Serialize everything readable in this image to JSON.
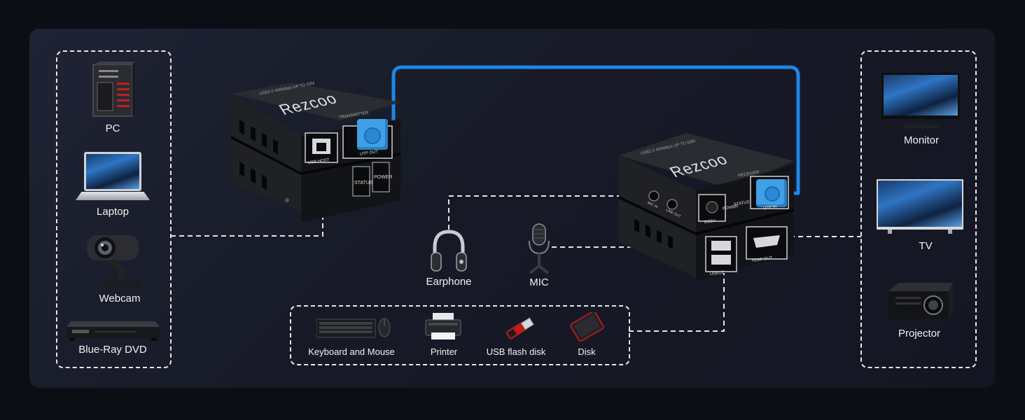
{
  "sources": {
    "pc": "PC",
    "laptop": "Laptop",
    "webcam": "Webcam",
    "bluray": "Blue-Ray DVD"
  },
  "displays": {
    "monitor": "Monitor",
    "tv": "TV",
    "projector": "Projector"
  },
  "audio": {
    "earphone": "Earphone",
    "mic": "MIC"
  },
  "usb": {
    "keyboard": "Keyboard and Mouse",
    "printer": "Printer",
    "flash": "USB flash disk",
    "disk": "Disk"
  },
  "transmitter": {
    "brand": "Rezcoo",
    "model_line": "USB2.0 400Mbps UP TO 50M",
    "type": "TRANSMITTER",
    "port_usb": "USB HOST",
    "port_utp": "UTP OUT",
    "status": "STATUS",
    "power": "POWER"
  },
  "receiver": {
    "brand": "Rezcoo",
    "model_line": "USB2.0 400Mbps UP TO 50M",
    "type": "RECEIVER",
    "port_dc": "DC5V",
    "power": "POWER",
    "status": "STATUS",
    "port_utp": "UTP IN",
    "mic_in": "MIC IN",
    "lineout": "LINE OUT",
    "port_usb": "USB1/2",
    "port_hdmi": "HDMI OUT"
  },
  "colors": {
    "cable": "#1e86e8",
    "connector": "#4aa8ea",
    "dashed": "#e8e8ea"
  }
}
